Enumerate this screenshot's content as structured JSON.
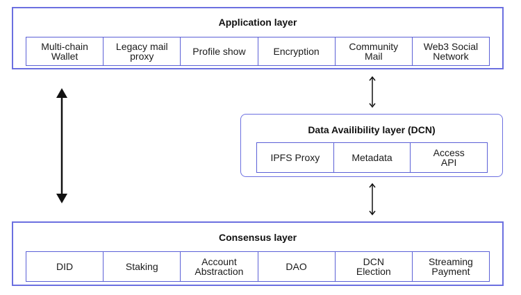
{
  "application_layer": {
    "title": "Application layer",
    "items": [
      {
        "label": "Multi-chain\nWallet"
      },
      {
        "label": "Legacy mail\nproxy"
      },
      {
        "label": "Profile show"
      },
      {
        "label": "Encryption"
      },
      {
        "label": "Community\nMail"
      },
      {
        "label": "Web3 Social\nNetwork"
      }
    ]
  },
  "data_layer": {
    "title": "Data Availibility layer (DCN)",
    "items": [
      {
        "label": "IPFS Proxy"
      },
      {
        "label": "Metadata"
      },
      {
        "label": "Access\nAPI"
      }
    ]
  },
  "consensus_layer": {
    "title": "Consensus layer",
    "items": [
      {
        "label": "DID"
      },
      {
        "label": "Staking"
      },
      {
        "label": "Account\nAbstraction"
      },
      {
        "label": "DAO"
      },
      {
        "label": "DCN\nElection"
      },
      {
        "label": "Streaming\nPayment"
      }
    ]
  },
  "colors": {
    "border": "#6b6fe0",
    "arrow": "#111111"
  }
}
